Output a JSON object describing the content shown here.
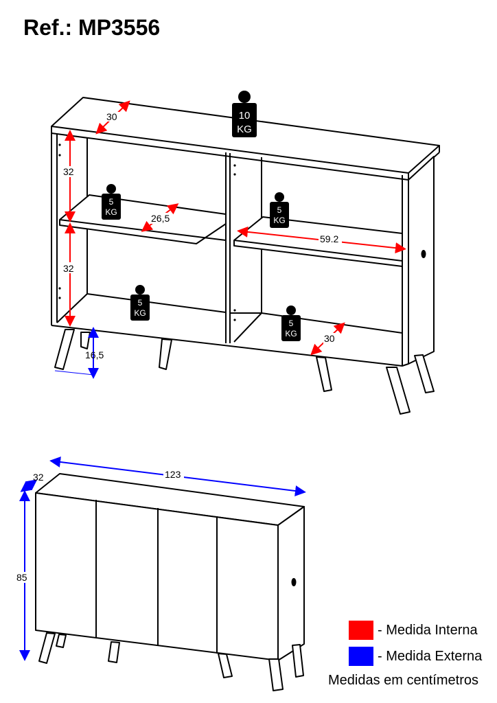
{
  "title": "Ref.: MP3556",
  "colors": {
    "internal": "#ff0000",
    "external": "#0000ff",
    "line": "#000000"
  },
  "top_view": {
    "dims": {
      "depth_top": "30",
      "shelf_height_upper": "32",
      "shelf_height_lower": "32",
      "shelf_depth": "26,5",
      "shelf_width": "59.2",
      "bottom_depth": "30",
      "leg_height": "16,5"
    },
    "weights": {
      "top": {
        "value": "10",
        "unit": "KG"
      },
      "left_shelf": {
        "value": "5",
        "unit": "KG"
      },
      "right_shelf": {
        "value": "5",
        "unit": "KG"
      },
      "left_bottom": {
        "value": "5",
        "unit": "KG"
      },
      "right_bottom": {
        "value": "5",
        "unit": "KG"
      }
    }
  },
  "bottom_view": {
    "dims": {
      "depth": "32",
      "width": "123",
      "height": "85"
    }
  },
  "legend": {
    "internal_label": "- Medida Interna",
    "external_label": "- Medida Externa",
    "note": "Medidas em centímetros"
  },
  "icons": [
    "weight-icon",
    "swatch-red",
    "swatch-blue"
  ]
}
